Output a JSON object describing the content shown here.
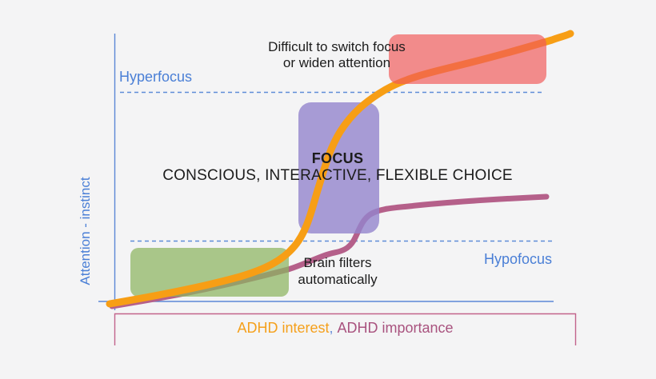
{
  "colors": {
    "background": "#f4f4f5",
    "axis_blue": "#5b87d6",
    "dashed_blue": "#5f8cd7",
    "label_blue": "#4a7fd6",
    "interest_orange": "#f79e15",
    "importance_maroon": "#b5608a",
    "legend_interest_text": "#f5a01c",
    "legend_comma_blue": "#6a8fd8",
    "legend_importance_text": "#a9537f",
    "green_region_fill": "rgba(140,180,95,0.72)",
    "purple_region_fill": "rgba(148,132,205,0.80)",
    "red_region_fill": "rgba(240,88,88,0.68)",
    "bracket_maroon": "#c2648c",
    "annotation_black": "#1c1c1c"
  },
  "labels": {
    "hyperfocus": "Hyperfocus",
    "hypofocus": "Hypofocus",
    "y_axis": "Attention - instinct",
    "difficult_line1": "Difficult to switch focus",
    "difficult_line2": "or widen attention",
    "focus_title": "FOCUS",
    "focus_subtitle": "CONSCIOUS, INTERACTIVE, FLEXIBLE CHOICE",
    "brain_line1": "Brain filters",
    "brain_line2": "automatically",
    "legend_interest": "ADHD interest",
    "legend_separator": ",",
    "legend_importance": "ADHD importance"
  },
  "chart_data": {
    "type": "line",
    "title": "",
    "xlabel": "ADHD interest, ADHD importance",
    "ylabel": "Attention - instinct",
    "axes_numeric": false,
    "xlim": [
      0,
      1
    ],
    "ylim": [
      0,
      1
    ],
    "grid": false,
    "legend_position": "bottom",
    "series": [
      {
        "name": "ADHD interest",
        "color": "#f79e15",
        "x": [
          0.0,
          0.1,
          0.24,
          0.35,
          0.39,
          0.44,
          0.46,
          0.49,
          0.54,
          0.59,
          0.68,
          0.78,
          0.89,
          1.0
        ],
        "y": [
          0.0,
          0.02,
          0.08,
          0.14,
          0.21,
          0.33,
          0.46,
          0.63,
          0.73,
          0.79,
          0.84,
          0.89,
          0.94,
          1.0
        ]
      },
      {
        "name": "ADHD importance",
        "color": "#b5608a",
        "x": [
          0.0,
          0.1,
          0.24,
          0.35,
          0.45,
          0.5,
          0.53,
          0.56,
          0.66,
          0.84,
          0.95
        ],
        "y": [
          0.0,
          0.01,
          0.06,
          0.11,
          0.16,
          0.2,
          0.26,
          0.32,
          0.36,
          0.38,
          0.39
        ]
      }
    ],
    "reference_lines": [
      {
        "label": "Hyperfocus",
        "y": 0.78,
        "style": "dashed",
        "color": "#5f8cd7"
      },
      {
        "label": "Hypofocus",
        "y": 0.23,
        "style": "dashed",
        "color": "#5f8cd7"
      }
    ],
    "regions": [
      {
        "label": "Brain filters automatically",
        "color": "green",
        "x": [
          0.04,
          0.38
        ],
        "y": [
          0.02,
          0.2
        ]
      },
      {
        "label": "FOCUS — CONSCIOUS, INTERACTIVE, FLEXIBLE CHOICE",
        "color": "purple",
        "x": [
          0.4,
          0.58
        ],
        "y": [
          0.25,
          0.74
        ]
      },
      {
        "label": "Difficult to switch focus or widen attention",
        "color": "red",
        "x": [
          0.6,
          0.95
        ],
        "y": [
          0.81,
          1.0
        ]
      }
    ],
    "annotations": [
      "Difficult to switch focus or widen attention",
      "FOCUS",
      "CONSCIOUS, INTERACTIVE, FLEXIBLE CHOICE",
      "Brain filters automatically"
    ]
  }
}
